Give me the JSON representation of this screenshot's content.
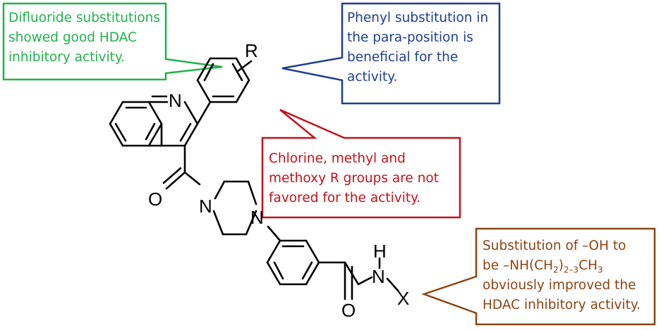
{
  "colors": {
    "green": "#22b24c",
    "blue": "#1f3f8f",
    "red": "#c0141c",
    "brown": "#8b4513",
    "bond": "#000000",
    "background": "#ffffff"
  },
  "molecule": {
    "atoms": {
      "R": "R",
      "N_quinoline": "N",
      "N_piperazine_1": "N",
      "N_piperazine_2": "N",
      "O": "O",
      "H": "H",
      "N_amide": "N",
      "X": "X"
    }
  },
  "callouts": {
    "green": {
      "lines": [
        "Difluoride substitutions",
        "showed good HDAC",
        "inhibitory activity."
      ]
    },
    "blue": {
      "lines": [
        "Phenyl substitution in",
        "the para-position is",
        "beneficial for the",
        "activity."
      ]
    },
    "red": {
      "lines": [
        "Chlorine, methyl and",
        "methoxy R groups are not",
        "favored for the activity."
      ]
    },
    "brown": {
      "line1": "Substitution of –OH to",
      "line2_prefix": "be –NH(CH",
      "line2_sub1": "2",
      "line2_mid": ")",
      "line2_sub2": "2–3",
      "line2_mid2": "CH",
      "line2_sub3": "3",
      "line3": "obviously improved the",
      "line4": "HDAC inhibitory activity."
    }
  }
}
